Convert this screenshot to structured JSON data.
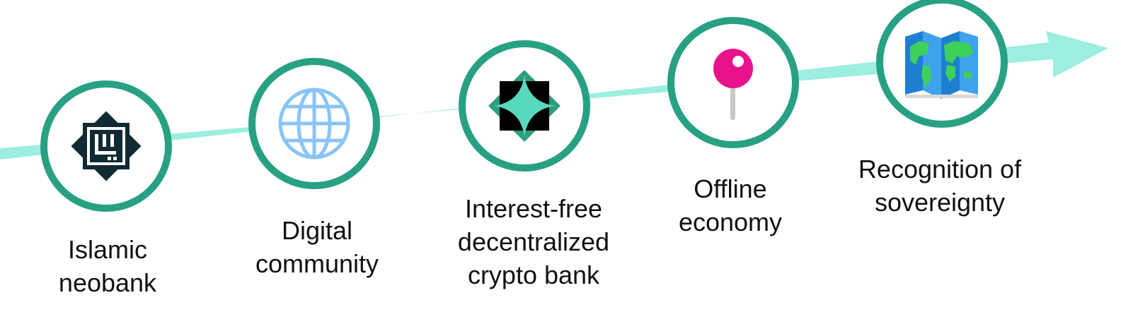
{
  "colors": {
    "arrow": "#9ceee0",
    "ring": "#28a083",
    "node_fill": "#ffffff",
    "text": "#111111"
  },
  "steps": [
    {
      "icon": "islamic-geometric-logo-icon",
      "lines": [
        "Islamic",
        "neobank"
      ]
    },
    {
      "icon": "globe-icon",
      "lines": [
        "Digital",
        "community"
      ]
    },
    {
      "icon": "sparkle-diamond-icon",
      "lines": [
        "Interest-free",
        "decentralized",
        "crypto bank"
      ]
    },
    {
      "icon": "pushpin-icon",
      "lines": [
        "Offline",
        "economy"
      ]
    },
    {
      "icon": "world-map-icon",
      "lines": [
        "Recognition of",
        "sovereignty"
      ]
    }
  ]
}
